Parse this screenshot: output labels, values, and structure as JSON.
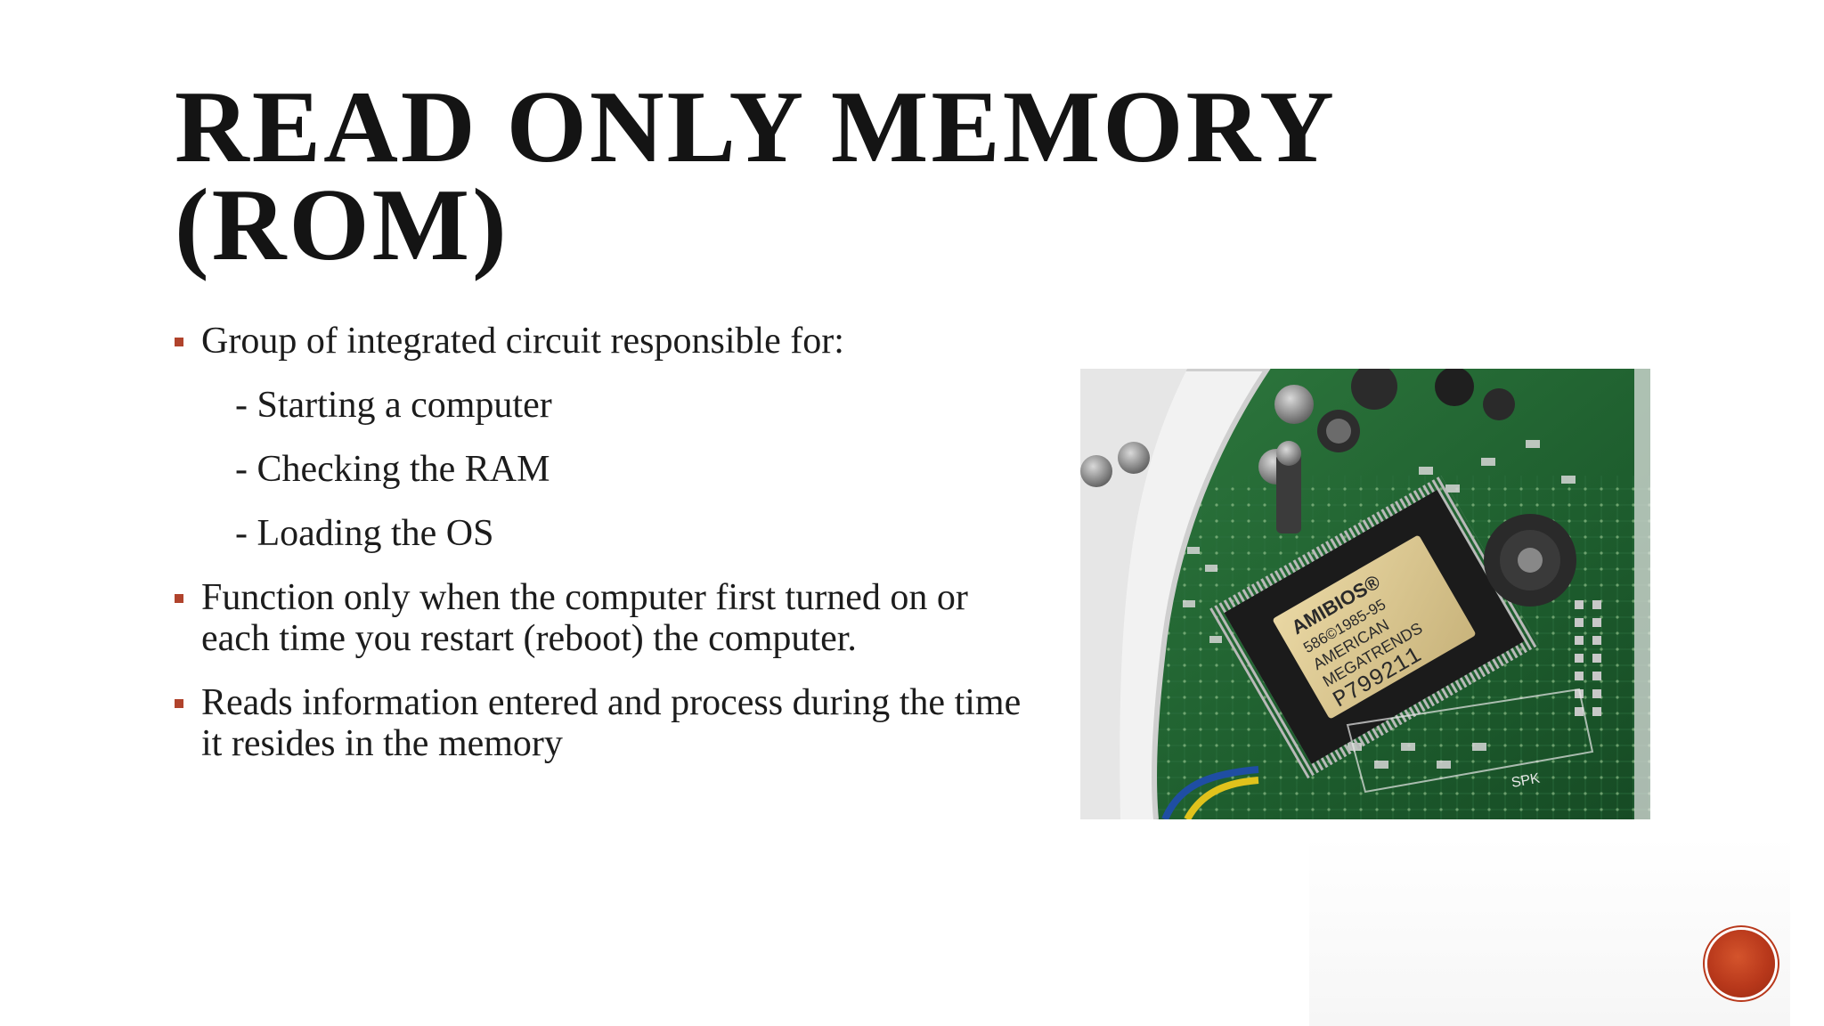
{
  "slide": {
    "title_lines": [
      "READ ONLY MEMORY",
      "(ROM)"
    ],
    "bullets": [
      {
        "text": "Group of integrated circuit responsible for:",
        "sub_items": [
          "- Starting a computer",
          "- Checking the RAM",
          "- Loading the OS"
        ]
      },
      {
        "text": "Function only when the computer first turned on or each time you restart (reboot) the computer."
      },
      {
        "text": "Reads information entered and process during the time it resides in the memory"
      }
    ],
    "photo": {
      "chip_label_lines": [
        "AMIBIOS®",
        "586©1985-95",
        "AMERICAN",
        "MEGATRENDS",
        "P799211"
      ],
      "board_label": "SPK"
    },
    "colors": {
      "bullet_marker": "#b0432c",
      "nav_button": "#b8381b",
      "title": "#141414"
    }
  }
}
